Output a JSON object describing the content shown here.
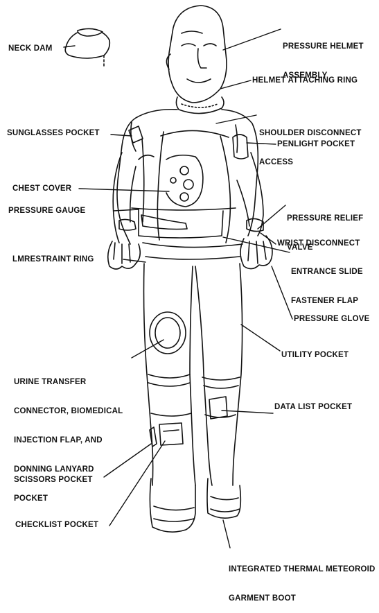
{
  "diagram": {
    "labels": {
      "neck_dam": "NECK DAM",
      "pressure_helmet_assembly": [
        "PRESSURE HELMET",
        "ASSEMBLY"
      ],
      "helmet_attaching_ring": "HELMET ATTACHING RING",
      "shoulder_disconnect_access": [
        "SHOULDER DISCONNECT",
        "ACCESS"
      ],
      "sunglasses_pocket": "SUNGLASSES POCKET",
      "penlight_pocket": "PENLIGHT POCKET",
      "chest_cover": "CHEST COVER",
      "pressure_relief_valve": [
        "PRESSURE RELIEF",
        "VALVE"
      ],
      "pressure_gauge": "PRESSURE GAUGE",
      "wrist_disconnect": "WRIST DISCONNECT",
      "lm_restraint_ring": "LMRESTRAINT RING",
      "entrance_slide_fastener_flap": [
        "ENTRANCE SLIDE",
        "FASTENER FLAP"
      ],
      "pressure_glove": "PRESSURE GLOVE",
      "utility_pocket": "UTILITY POCKET",
      "urine_transfer_connector": [
        "URINE TRANSFER",
        "CONNECTOR, BIOMEDICAL",
        "INJECTION FLAP, AND",
        "DONNING LANYARD",
        "POCKET"
      ],
      "data_list_pocket": "DATA LIST POCKET",
      "scissors_pocket": "SCISSORS POCKET",
      "checklist_pocket": "CHECKLIST POCKET",
      "itmg_boot": [
        "INTEGRATED THERMAL METEOROID",
        "GARMENT BOOT"
      ]
    },
    "colors": {
      "ink": "#111111",
      "paper": "#ffffff",
      "shade": "#555555"
    }
  }
}
